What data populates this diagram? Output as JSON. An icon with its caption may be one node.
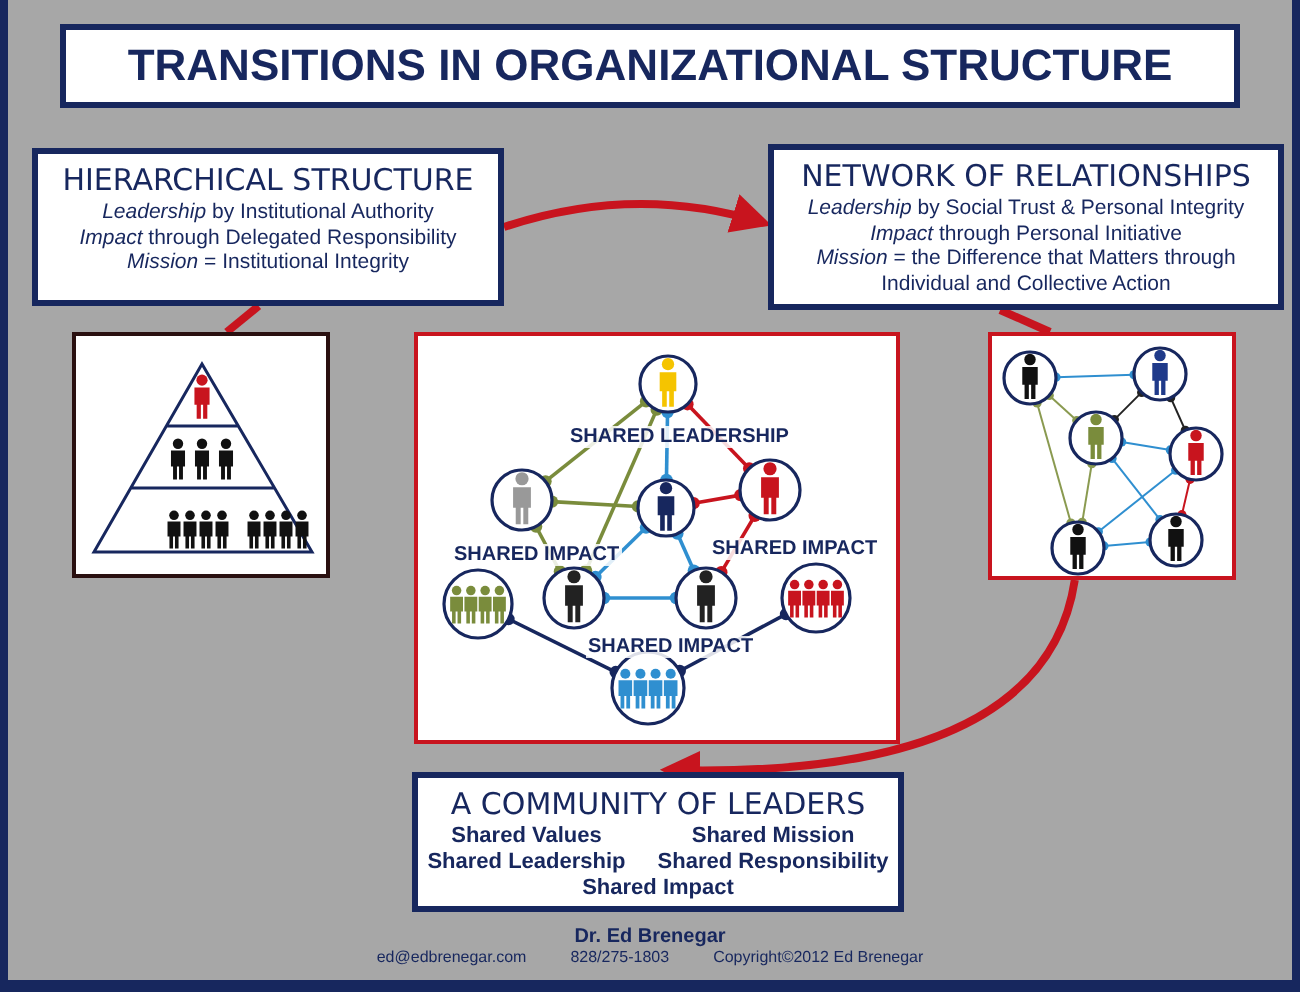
{
  "diagram": {
    "title": "TRANSITIONS IN ORGANIZATIONAL STRUCTURE",
    "nodes": [
      {
        "text": [
          "HIERARCHICAL STRUCTURE",
          "*Leadership* by Institutional Authority",
          "*Impact* through Delegated Responsibility",
          "*Mission* = Institutional Integrity"
        ]
      },
      {
        "text": [
          "NETWORK OF RELATIONSHIPS",
          "*Leadership* by Social Trust & Personal Integrity",
          "*Impact* through Personal Initiative",
          "*Mission* = the Difference that Matters through Individual and Collective Action"
        ]
      },
      {
        "text": [],
        "shape": "picture"
      },
      {
        "text": [
          "SHARED LEADERSHIP",
          "SHARED IMPACT",
          "SHARED IMPACT",
          "SHARED IMPACT"
        ]
      },
      {
        "text": [],
        "shape": "picture"
      },
      {
        "text": [
          "A COMMUNITY OF LEADERS",
          "Shared Values",
          "Shared Mission",
          "Shared Leadership",
          "Shared Responsibility",
          "Shared Impact"
        ]
      }
    ],
    "edges": [
      {
        "from": 0,
        "to": 1,
        "arrow": "to"
      },
      {
        "from": 0,
        "to": 2,
        "arrow": "none"
      },
      {
        "from": 1,
        "to": 4,
        "arrow": "none"
      },
      {
        "from": 4,
        "to": 5,
        "arrow": "to"
      }
    ],
    "labels": [
      "Dr. Ed Brenegar",
      "ed@edbrenegar.com",
      "828/275-1803",
      "Copyright©2012 Ed Brenegar"
    ]
  }
}
